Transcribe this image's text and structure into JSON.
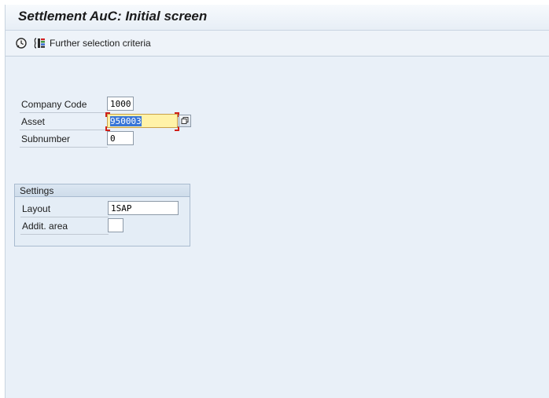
{
  "window": {
    "title": "Settlement AuC: Initial screen"
  },
  "toolbar": {
    "execute_icon": "execute-clock-icon",
    "further_selection_icon": "dynamic-selection-icon",
    "further_selection_label": "Further selection criteria"
  },
  "fields": {
    "company_code": {
      "label": "Company Code",
      "value": "1000"
    },
    "asset": {
      "label": "Asset",
      "value": "950003"
    },
    "subnumber": {
      "label": "Subnumber",
      "value": "0"
    }
  },
  "settings": {
    "title": "Settings",
    "layout": {
      "label": "Layout",
      "value": "1SAP"
    },
    "addit_area": {
      "label": "Addit. area",
      "value": ""
    }
  },
  "colors": {
    "background": "#e9f0f8",
    "focus_field": "#fff2a8",
    "selection": "#3875d7"
  }
}
